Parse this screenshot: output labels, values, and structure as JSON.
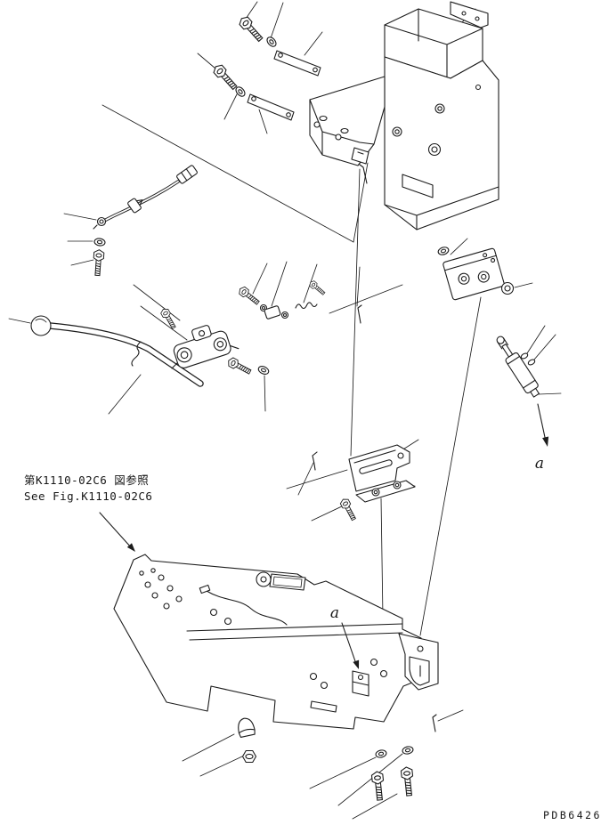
{
  "page": {
    "background": "#ffffff",
    "line_color": "#1c1c1c",
    "kind": "exploded-parts-diagram"
  },
  "figure": {
    "reference_note_jp": "第K1110-02C6 図参照",
    "reference_note_en": "See Fig.K1110-02C6",
    "direction_label_damper": "a",
    "direction_label_plate": "a",
    "drawing_code": "PDB6426"
  }
}
